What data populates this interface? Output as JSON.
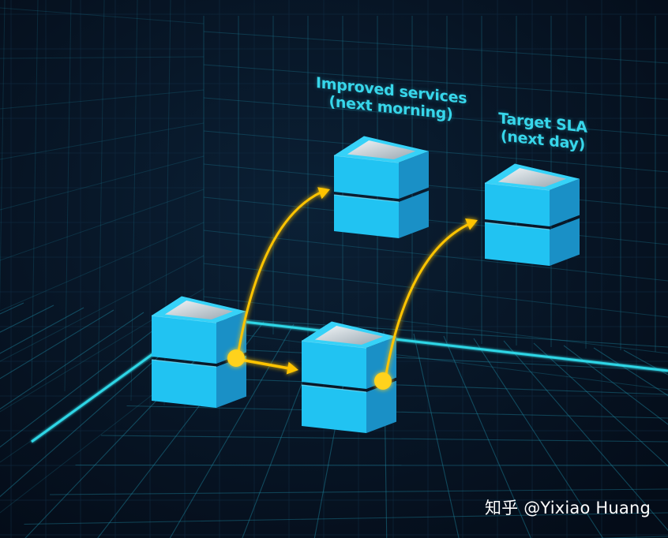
{
  "labels": {
    "improved_line1": "Improved services",
    "improved_line2": "(next morning)",
    "target_line1": "Target SLA",
    "target_line2": "(next day)"
  },
  "watermark": "知乎 @Yixiao Huang",
  "colors": {
    "background": "#050f1d",
    "grid": "#1e8aa3",
    "axis": "#2fd6e6",
    "box_front": "#21c3f2",
    "box_side": "#1a90c6",
    "box_top": "#36d2f8",
    "arrow": "#ffc400",
    "dot": "#ffd21a",
    "label": "#37d6ea"
  },
  "diagram": {
    "nodes": [
      "current-service",
      "intermediate-service",
      "improved-service",
      "target-sla"
    ],
    "edges": [
      [
        "current-service",
        "intermediate-service"
      ],
      [
        "current-service",
        "improved-service"
      ],
      [
        "intermediate-service",
        "target-sla"
      ]
    ]
  }
}
